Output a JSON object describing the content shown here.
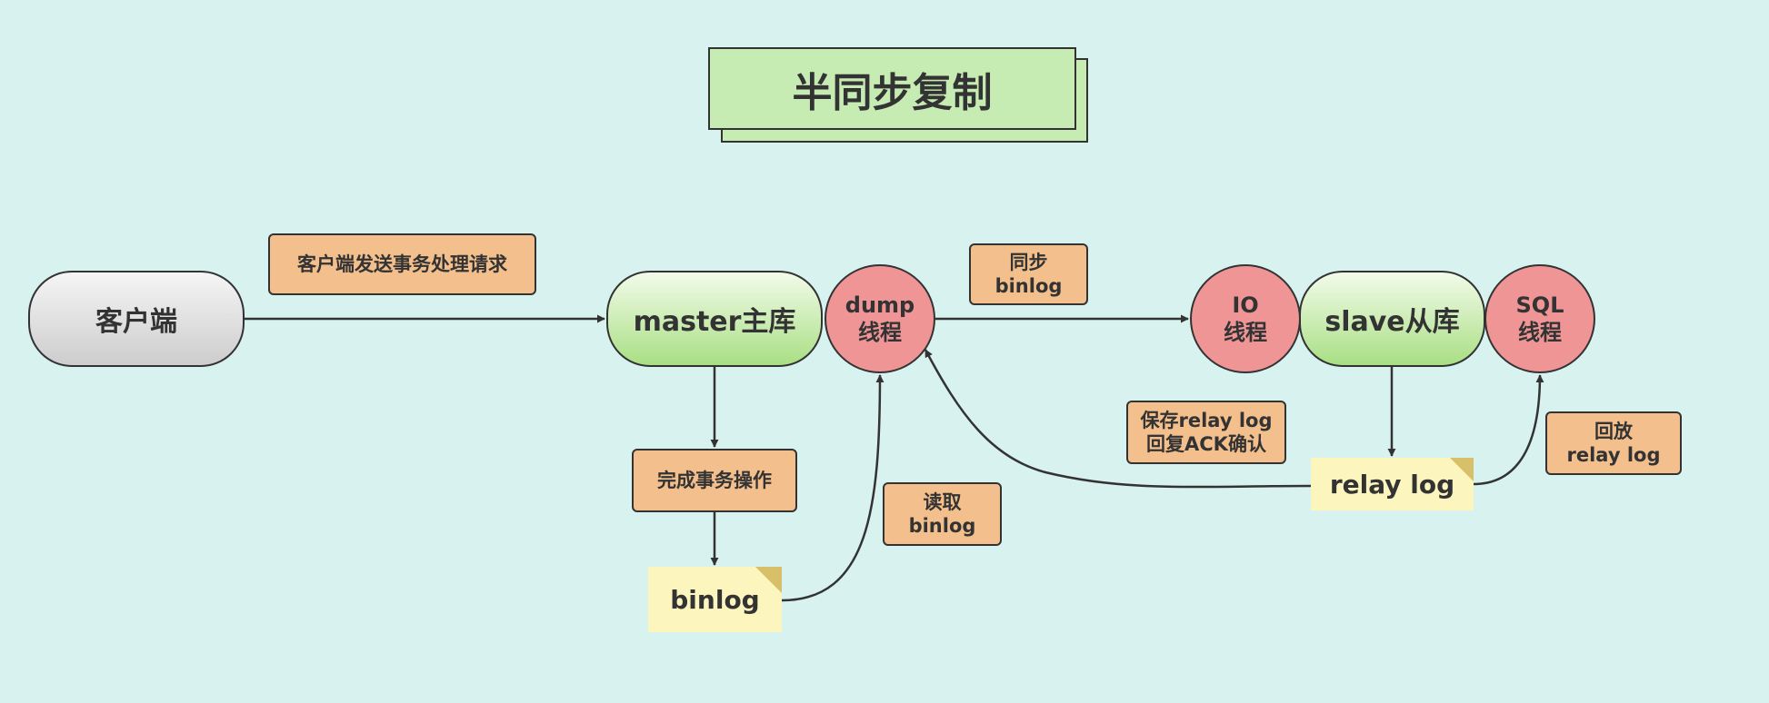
{
  "title": "半同步复制",
  "nodes": {
    "client": "客户端",
    "master": "master主库",
    "dump": {
      "line1": "dump",
      "line2": "线程"
    },
    "io": {
      "line1": "IO",
      "line2": "线程"
    },
    "slave": "slave从库",
    "sql": {
      "line1": "SQL",
      "line2": "线程"
    },
    "binlog_note": "binlog",
    "relay_note": "relay log"
  },
  "labels": {
    "client_send": "客户端发送事务处理请求",
    "sync": {
      "line1": "同步",
      "line2": "binlog"
    },
    "complete": "完成事务操作",
    "read": {
      "line1": "读取",
      "line2": "binlog"
    },
    "save": {
      "line1": "保存relay log",
      "line2": "回复ACK确认"
    },
    "replay": {
      "line1": "回放",
      "line2": "relay log"
    }
  },
  "colors": {
    "background": "#d8f2f0",
    "title_fill": "#c6ebb3",
    "label_fill": "#f3bf8c",
    "thread_fill": "#f09596",
    "note_fill": "#fcf5bd",
    "db_fill": "#a9df84",
    "client_fill": "#cdcdcd",
    "stroke": "#333333"
  }
}
